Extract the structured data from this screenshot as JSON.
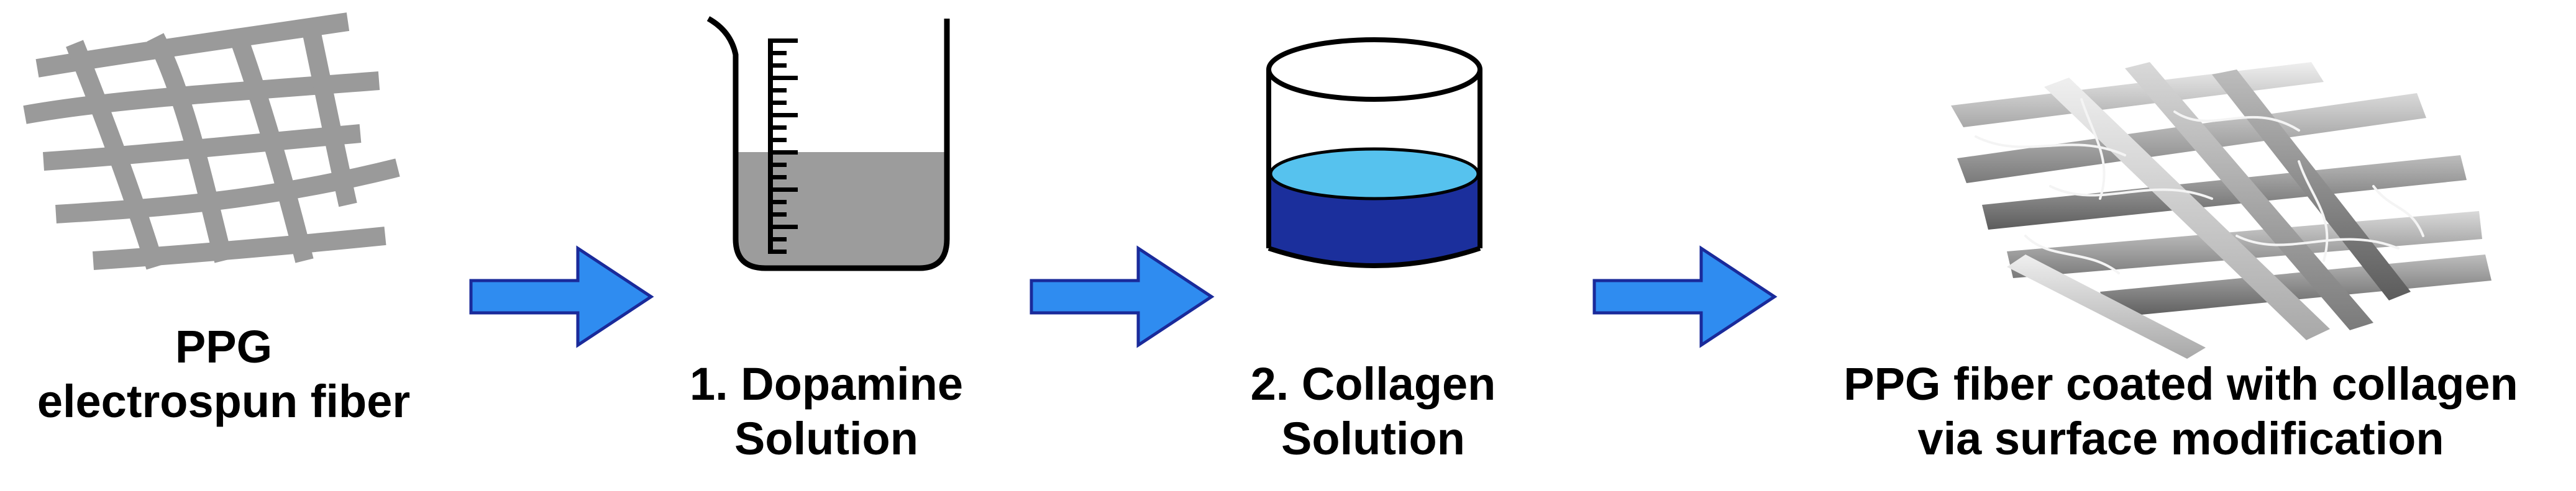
{
  "colors": {
    "fiber": "#9a9a9a",
    "arrow_fill": "#2f8cf0",
    "arrow_stroke": "#1a2a9a",
    "beaker_solution": "#9c9c9c",
    "collagen_top": "#56c2ee",
    "collagen_body": "#1b2f9c",
    "outline": "#000000"
  },
  "steps": [
    {
      "label_lines": [
        "PPG",
        "electrospun fiber"
      ],
      "icon": "fiber-mesh-icon"
    },
    {
      "label_lines": [
        "1.  Dopamine",
        "Solution"
      ],
      "icon": "beaker-icon"
    },
    {
      "label_lines": [
        "2.   Collagen",
        "Solution"
      ],
      "icon": "petri-dish-icon"
    },
    {
      "label_lines": [
        "PPG fiber coated with collagen",
        "via surface modification"
      ],
      "icon": "coated-fiber-icon"
    }
  ],
  "arrows": [
    {
      "icon": "right-arrow-icon"
    },
    {
      "icon": "right-arrow-icon"
    },
    {
      "icon": "right-arrow-icon"
    }
  ]
}
